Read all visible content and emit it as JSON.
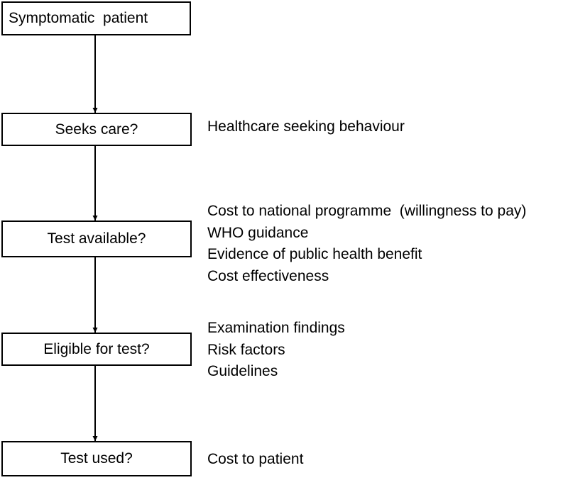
{
  "steps": [
    {
      "label": "Symptomatic  patient"
    },
    {
      "label": "Seeks care?"
    },
    {
      "label": "Test available?"
    },
    {
      "label": "Eligible for test?"
    },
    {
      "label": "Test used?"
    }
  ],
  "factors": {
    "seeks_care": [
      "Healthcare seeking behaviour"
    ],
    "test_available": [
      "Cost to national programme  (willingness to pay)",
      "WHO guidance",
      "Evidence of public health benefit",
      "Cost effectiveness"
    ],
    "eligible": [
      "Examination findings",
      "Risk factors",
      "Guidelines"
    ],
    "test_used": [
      "Cost to patient"
    ]
  },
  "colors": {
    "line": "#000000",
    "background": "#ffffff"
  }
}
